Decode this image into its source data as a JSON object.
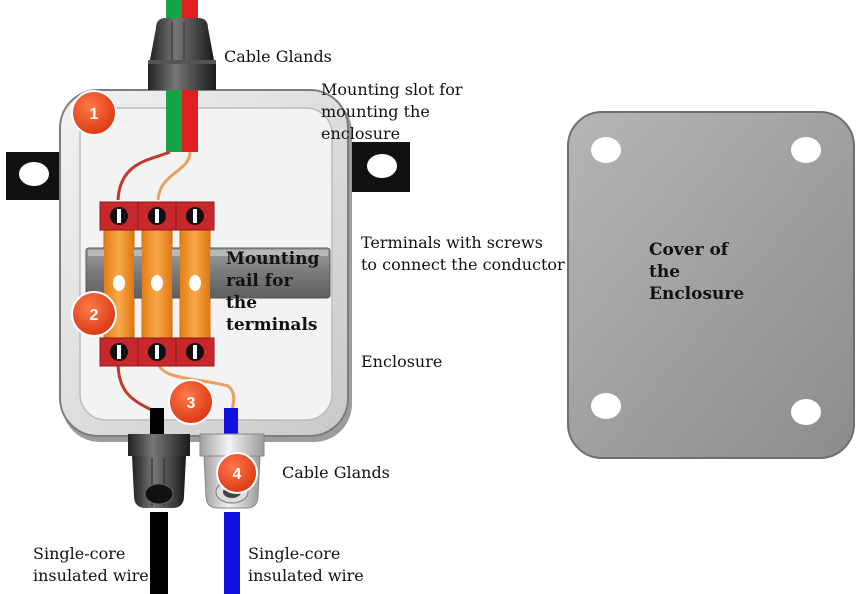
{
  "labels": {
    "top_glands": "Cable Glands",
    "mounting_slot": "Mounting slot for\nmounting the\nenclosure",
    "terminals": "Terminals  with screws\nto connect the conductor",
    "rail": "Mounting\nrail for\nthe\nterminals",
    "enclosure": "Enclosure",
    "bottom_glands": "Cable Glands",
    "cover": "Cover of\nthe\nEnclosure",
    "wire_left": "Single-core\ninsulated wire",
    "wire_right": "Single-core\ninsulated wire"
  },
  "badges": [
    "1",
    "2",
    "3",
    "4"
  ],
  "colors": {
    "badge": "#e8401c",
    "terminal_body": "#f39a2e",
    "terminal_block": "#c8282c",
    "enclosure": "#dcdcdc",
    "cover": "#9a9a9a",
    "wire_green": "#16a34a",
    "wire_red": "#e02020",
    "wire_blue": "#1010e0",
    "wire_black": "#000000"
  }
}
